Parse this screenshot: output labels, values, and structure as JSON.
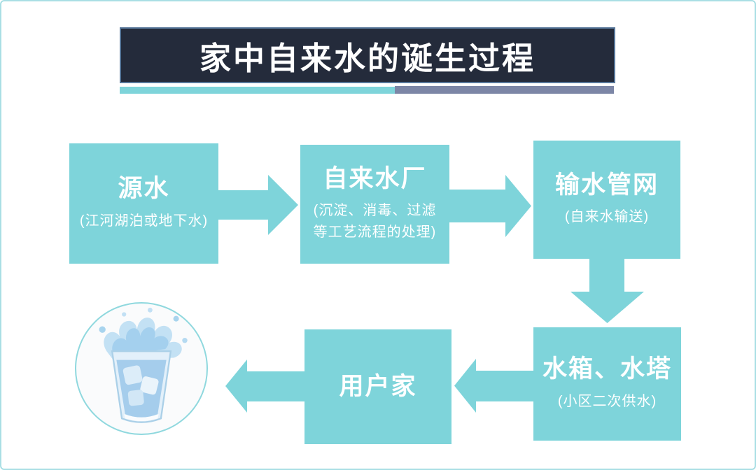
{
  "slide": {
    "background": "#FFFFFF",
    "border_color": "#A9DFE4"
  },
  "title": {
    "text": "家中自来水的诞生过程",
    "bar_color": "#242B3B",
    "bar_edge_color": "#567699",
    "text_color": "#FFFFFF",
    "underline_teal_color": "#7ED4DA",
    "underline_gray_color": "#7C86A6"
  },
  "flow": {
    "node_color": "#7ED4DA",
    "node_text_color": "#FFFFFF",
    "nodes": [
      {
        "title": "源水",
        "subtitle": "(江河湖泊或地下水)"
      },
      {
        "title": "自来水厂",
        "subtitle_line1": "(沉淀、消毒、过滤",
        "subtitle_line2": "等工艺流程的处理)"
      },
      {
        "title": "输水管网",
        "subtitle": "(自来水输送)"
      },
      {
        "title": "水箱、水塔",
        "subtitle": "(小区二次供水)"
      },
      {
        "title": "用户家"
      }
    ]
  },
  "image": {
    "name": "water-glass-photo"
  }
}
